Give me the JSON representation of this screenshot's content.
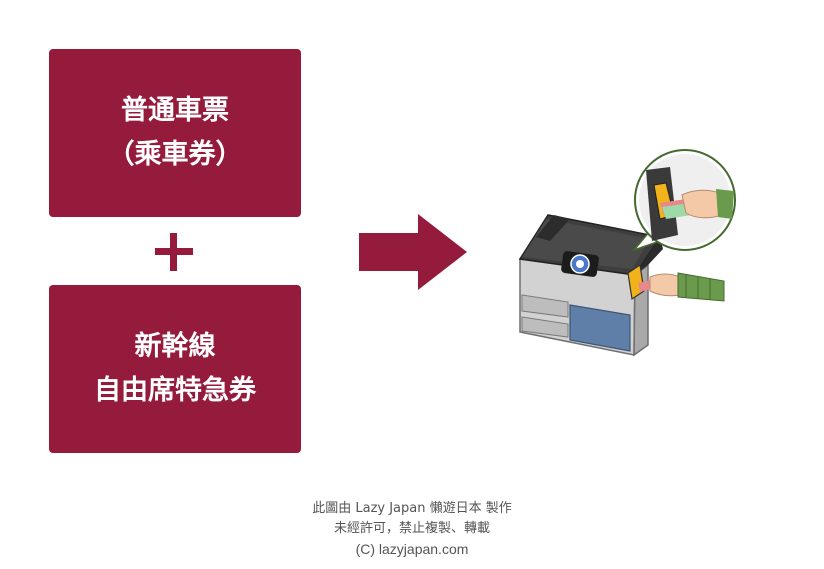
{
  "cards": {
    "top": {
      "line1": "普通車票",
      "line2": "（乘車券）"
    },
    "bottom": {
      "line1": "新幹線",
      "line2": "自由席特急券"
    }
  },
  "footer": {
    "line1": "此圖由 Lazy Japan 懶遊日本 製作",
    "line2": "未經許可，禁止複製、轉載",
    "line3": "(C) lazyjapan.com"
  },
  "colors": {
    "card": "#951b3c",
    "text": "#ffffff",
    "footer_text": "#555555",
    "gate_body": "#cfcfcf",
    "gate_top": "#3e3e3e",
    "gate_panel": "#5f7fa8",
    "ticket_slot": "#f2b21b",
    "sleeve": "#6a9a4b"
  },
  "icons": {
    "plus": "plus-icon",
    "arrow": "right-arrow-icon",
    "gate": "ticket-gate-illustration"
  }
}
